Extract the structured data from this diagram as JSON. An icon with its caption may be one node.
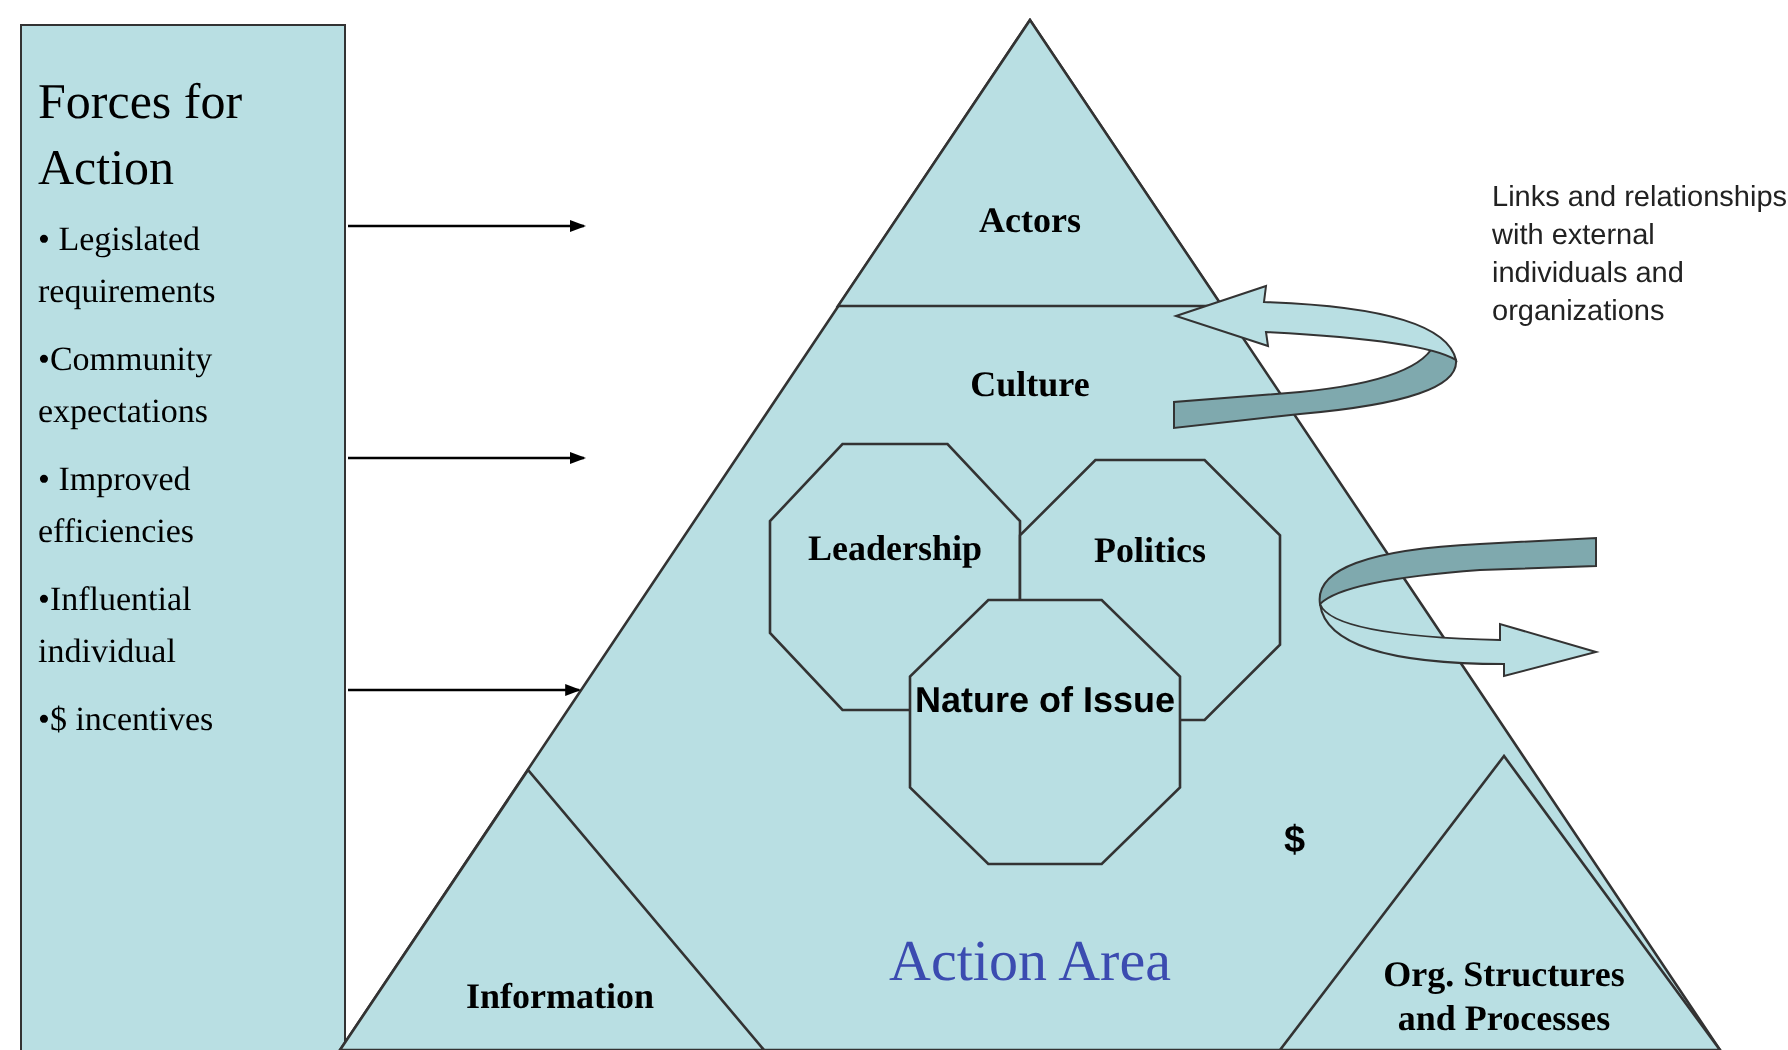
{
  "diagram": {
    "nodes": [
      {
        "text": [
          "Forces for Action",
          "• Legislated requirements",
          "•Community expectations",
          "• Improved efficiencies",
          "•Influential individual",
          "•$ incentives"
        ]
      },
      {
        "text": [
          "Action Area"
        ]
      },
      {
        "text": [
          "Actors"
        ],
        "in": 1
      },
      {
        "text": [
          "Culture"
        ],
        "in": 1
      },
      {
        "text": [
          "Leadership"
        ],
        "in": 1
      },
      {
        "text": [
          "Politics"
        ],
        "in": 1
      },
      {
        "text": [
          "Nature of Issue"
        ],
        "in": 1
      },
      {
        "text": [
          "Information"
        ],
        "in": 1
      },
      {
        "text": [
          "Org. Structures and Processes"
        ],
        "in": 1
      }
    ],
    "edges": [
      {
        "from": 0,
        "to": null,
        "arrow": "to"
      },
      {
        "from": 0,
        "to": null,
        "arrow": "to"
      },
      {
        "from": 0,
        "to": 1,
        "arrow": "to"
      }
    ],
    "labels": [
      "Links and relationships with external individuals and organizations",
      "$"
    ]
  }
}
